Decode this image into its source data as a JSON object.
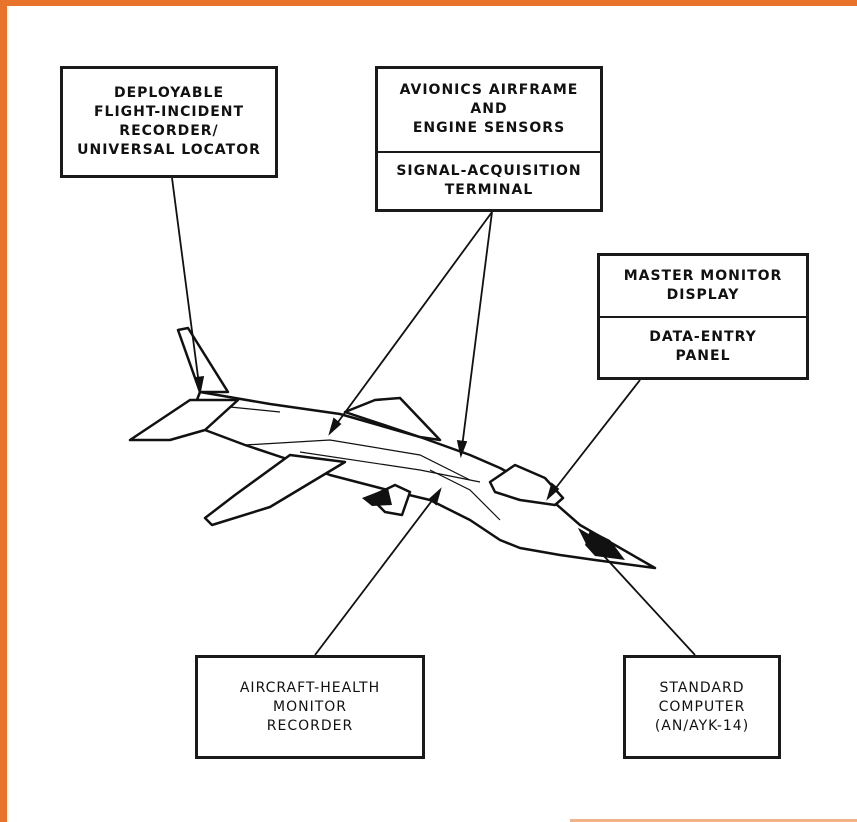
{
  "labels": {
    "recorder": [
      "DEPLOYABLE",
      "FLIGHT-INCIDENT",
      "RECORDER/",
      "UNIVERSAL LOCATOR"
    ],
    "sensors": [
      "AVIONICS AIRFRAME",
      "AND",
      "ENGINE SENSORS"
    ],
    "terminal": [
      "SIGNAL-ACQUISITION",
      "TERMINAL"
    ],
    "display": [
      "MASTER MONITOR",
      "DISPLAY"
    ],
    "panel": [
      "DATA-ENTRY",
      "PANEL"
    ],
    "health": [
      "AIRCRAFT-HEALTH",
      "MONITOR",
      "RECORDER"
    ],
    "computer": [
      "STANDARD",
      "COMPUTER",
      "(AN/AYK-14)"
    ]
  },
  "colors": {
    "frame": "#e8742c",
    "ink": "#1a1a1a",
    "paper": "#ffffff"
  }
}
